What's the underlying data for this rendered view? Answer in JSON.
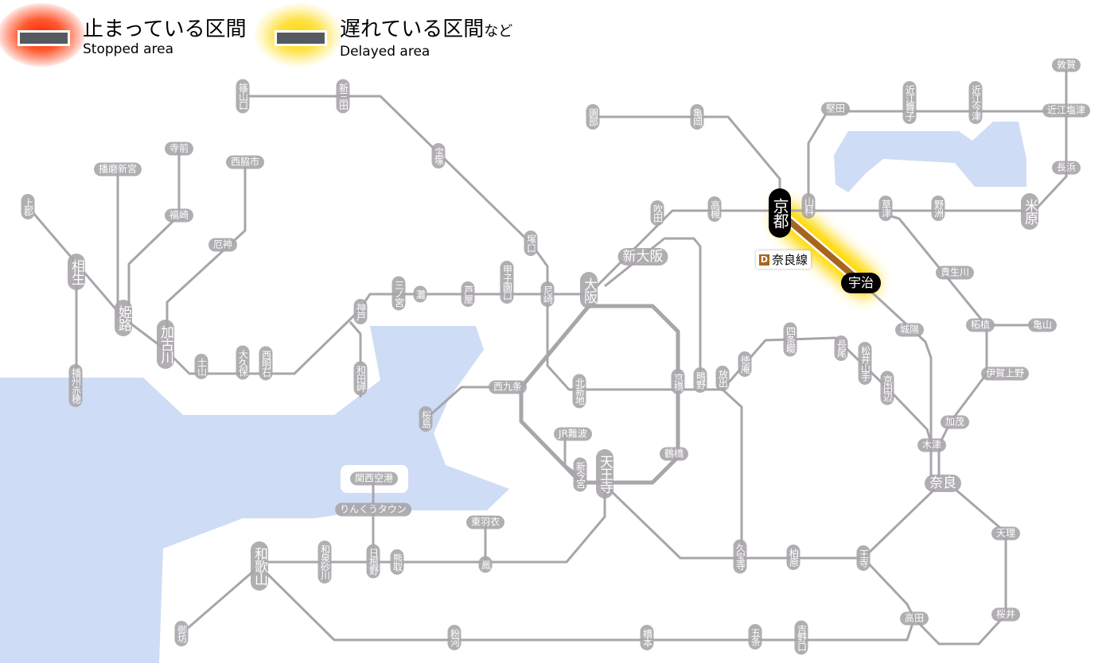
{
  "legend": {
    "stopped": {
      "jp": "止まっている区間",
      "en": "Stopped area",
      "color": "#ff2200"
    },
    "delayed": {
      "jp": "遅れている区間",
      "jp_suffix": "など",
      "en": "Delayed area",
      "color": "#ffd800"
    }
  },
  "affected": {
    "line_label": "奈良線",
    "line_icon": "D",
    "line_color": "#a8651e",
    "status": "delayed",
    "from": "京都",
    "to": "宇治"
  },
  "stations": [
    {
      "name": "上郡",
      "dir": "v"
    },
    {
      "name": "相生",
      "dir": "v",
      "major": true
    },
    {
      "name": "播州赤穂",
      "dir": "v"
    },
    {
      "name": "播磨新宮",
      "dir": "h"
    },
    {
      "name": "寺前",
      "dir": "h"
    },
    {
      "name": "福崎",
      "dir": "h"
    },
    {
      "name": "西脇市",
      "dir": "h"
    },
    {
      "name": "厄神",
      "dir": "h"
    },
    {
      "name": "姫路",
      "dir": "v",
      "major": true
    },
    {
      "name": "加古川",
      "dir": "v",
      "major": true
    },
    {
      "name": "土山",
      "dir": "v"
    },
    {
      "name": "大久保",
      "dir": "v"
    },
    {
      "name": "西明石",
      "dir": "v"
    },
    {
      "name": "篠山口",
      "dir": "v"
    },
    {
      "name": "新三田",
      "dir": "v"
    },
    {
      "name": "宝塚",
      "dir": "v"
    },
    {
      "name": "塚口",
      "dir": "v"
    },
    {
      "name": "神戸",
      "dir": "v"
    },
    {
      "name": "三ノ宮",
      "dir": "v"
    },
    {
      "name": "灘",
      "dir": "v"
    },
    {
      "name": "芦屋",
      "dir": "v"
    },
    {
      "name": "甲子園口",
      "dir": "v"
    },
    {
      "name": "尼崎",
      "dir": "v"
    },
    {
      "name": "大阪",
      "dir": "v",
      "major": true
    },
    {
      "name": "和田岬",
      "dir": "v"
    },
    {
      "name": "新大阪",
      "dir": "h",
      "major": true
    },
    {
      "name": "吹田",
      "dir": "v"
    },
    {
      "name": "高槻",
      "dir": "v"
    },
    {
      "name": "園部",
      "dir": "v"
    },
    {
      "name": "亀岡",
      "dir": "v"
    },
    {
      "name": "山科",
      "dir": "v"
    },
    {
      "name": "堅田",
      "dir": "h"
    },
    {
      "name": "近江舞子",
      "dir": "v"
    },
    {
      "name": "近江今津",
      "dir": "v"
    },
    {
      "name": "近江塩津",
      "dir": "h"
    },
    {
      "name": "敦賀",
      "dir": "h"
    },
    {
      "name": "長浜",
      "dir": "h"
    },
    {
      "name": "米原",
      "dir": "v",
      "major": true
    },
    {
      "name": "草津",
      "dir": "v"
    },
    {
      "name": "野洲",
      "dir": "v"
    },
    {
      "name": "貴生川",
      "dir": "h"
    },
    {
      "name": "柘植",
      "dir": "h"
    },
    {
      "name": "亀山",
      "dir": "h"
    },
    {
      "name": "伊賀上野",
      "dir": "h"
    },
    {
      "name": "加茂",
      "dir": "h"
    },
    {
      "name": "木津",
      "dir": "h"
    },
    {
      "name": "奈良",
      "dir": "h",
      "major": true
    },
    {
      "name": "城陽",
      "dir": "h"
    },
    {
      "name": "四条畷",
      "dir": "v"
    },
    {
      "name": "長尾",
      "dir": "v"
    },
    {
      "name": "松井山手",
      "dir": "v"
    },
    {
      "name": "京田辺",
      "dir": "v"
    },
    {
      "name": "徳庵",
      "dir": "v"
    },
    {
      "name": "放出",
      "dir": "v"
    },
    {
      "name": "鴫野",
      "dir": "v"
    },
    {
      "name": "京橋",
      "dir": "v"
    },
    {
      "name": "北新地",
      "dir": "v"
    },
    {
      "name": "西九条",
      "dir": "h"
    },
    {
      "name": "桜島",
      "dir": "v"
    },
    {
      "name": "JR難波",
      "dir": "h"
    },
    {
      "name": "新今宮",
      "dir": "v"
    },
    {
      "name": "天王寺",
      "dir": "v",
      "major": true
    },
    {
      "name": "鶴橋",
      "dir": "h"
    },
    {
      "name": "関西空港",
      "dir": "h"
    },
    {
      "name": "りんくうタウン",
      "dir": "h"
    },
    {
      "name": "東羽衣",
      "dir": "h"
    },
    {
      "name": "鳳",
      "dir": "v"
    },
    {
      "name": "和歌山",
      "dir": "v",
      "major": true
    },
    {
      "name": "和泉砂川",
      "dir": "v"
    },
    {
      "name": "日根野",
      "dir": "v"
    },
    {
      "name": "熊取",
      "dir": "v"
    },
    {
      "name": "御坊",
      "dir": "v"
    },
    {
      "name": "粉河",
      "dir": "v"
    },
    {
      "name": "橋本",
      "dir": "v"
    },
    {
      "name": "五条",
      "dir": "v"
    },
    {
      "name": "吉野口",
      "dir": "v"
    },
    {
      "name": "久宝寺",
      "dir": "v"
    },
    {
      "name": "柏原",
      "dir": "v"
    },
    {
      "name": "王寺",
      "dir": "v"
    },
    {
      "name": "高田",
      "dir": "h"
    },
    {
      "name": "天理",
      "dir": "h"
    },
    {
      "name": "桜井",
      "dir": "h"
    }
  ],
  "highlight_stations": {
    "kyoto": {
      "name": "京都",
      "dir": "v"
    },
    "uji": {
      "name": "宇治",
      "dir": "h"
    }
  },
  "colors": {
    "line": "#a9a5ab",
    "sea": "#cfdcf5",
    "station_bg": "#a9a6aa",
    "highlight_bg": "#000000"
  }
}
